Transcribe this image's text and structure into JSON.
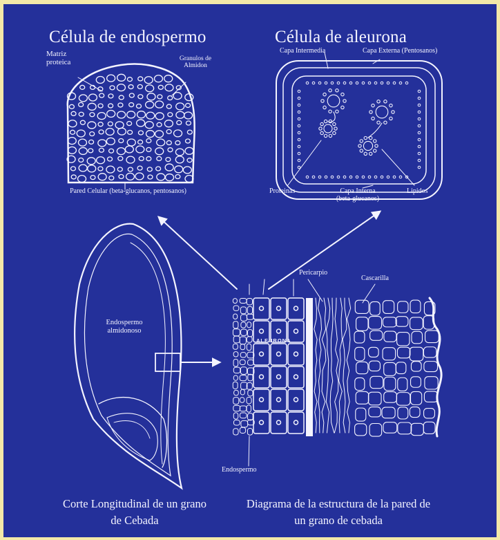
{
  "titles": {
    "endosperm_cell": "Célula de endospermo",
    "aleurone_cell": "Célula de aleurona"
  },
  "endosperm_labels": {
    "matrix": "Matriz proteica",
    "starch": "Granulos de Almidon",
    "wall": "Pared Celular (beta-glucanos, pentosanos)"
  },
  "aleurone_labels": {
    "intermediate": "Capa Intermedia",
    "external": "Capa Externa (Pentosanos)",
    "proteins": "Proteinas",
    "internal": "Capa Interna (beta-glucanos)",
    "lipids": "Lipidos"
  },
  "grain_labels": {
    "starchy_endosperm": "Endospermo almidonoso"
  },
  "wall_labels": {
    "pericarp": "Pericarpio",
    "husk": "Cascarilla",
    "aleurone": "ALEURONA",
    "endosperm": "Endospermo"
  },
  "captions": {
    "left": "Corte Longitudinal de un grano de Cebada",
    "right": "Diagrama de la estructura de la pared de un grano de cebada"
  },
  "colors": {
    "background": "#24309a",
    "border": "#f3e9a8",
    "ink": "#f4f4ff"
  }
}
